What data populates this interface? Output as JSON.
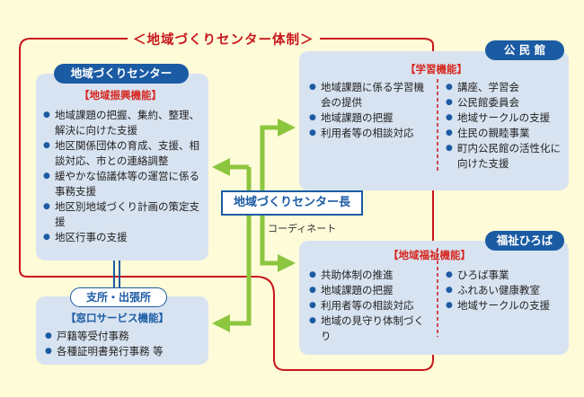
{
  "title": "＜地域づくりセンター体制＞",
  "center": {
    "header": "地域づくりセンター",
    "sub": "【地域振興機能】",
    "items": [
      "地域課題の把握、集約、整理、解決に向けた支援",
      "地区関係団体の育成、支援、相談対応、市との連絡調整",
      "緩やかな協議体等の運営に係る事務支援",
      "地区別地域づくり計画の策定支援",
      "地区行事の支援"
    ]
  },
  "branch": {
    "header": "支所・出張所",
    "sub": "【窓口サービス機能】",
    "items": [
      "戸籍等受付事務",
      "各種証明書発行事務 等"
    ]
  },
  "kominkan": {
    "header": "公 民 館",
    "sub": "【学習機能】",
    "left_items": [
      "地域課題に係る学習機会の提供",
      "地域課題の把握",
      "利用者等の相談対応"
    ],
    "right_items": [
      "講座、学習会",
      "公民館委員会",
      "地域サークルの支援",
      "住民の親睦事業",
      "町内公民館の活性化に向けた支援"
    ]
  },
  "fukushi": {
    "header": "福祉ひろば",
    "sub": "【地域福祉機能】",
    "left_items": [
      "共助体制の推進",
      "地域課題の把握",
      "利用者等の相談対応",
      "地域の見守り体制づくり"
    ],
    "right_items": [
      "ひろば事業",
      "ふれあい健康教室",
      "地域サークルの支援"
    ]
  },
  "chief": "地域づくりセンター長",
  "coordinate": "コーディネート",
  "colors": {
    "red": "#c8161d",
    "blue": "#1b5ba3",
    "green": "#8cc63f",
    "box": "#d8e3f1",
    "background": "#fefbd8"
  }
}
